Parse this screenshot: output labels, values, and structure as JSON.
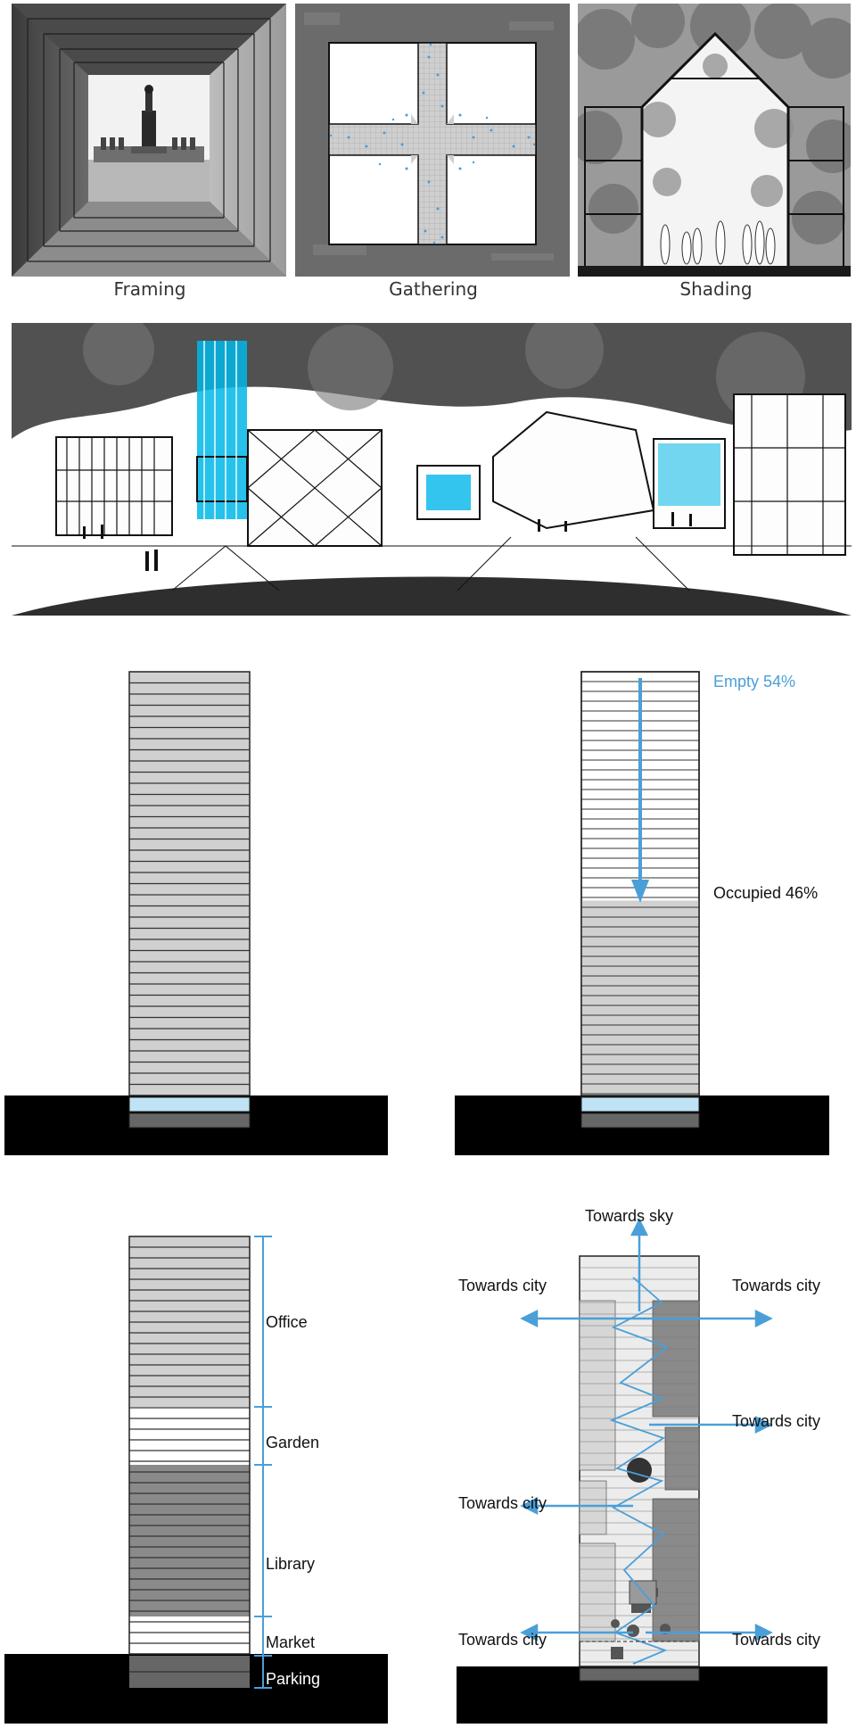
{
  "top_panels": {
    "framing_caption": "Framing",
    "gathering_caption": "Gathering",
    "shading_caption": "Shading"
  },
  "tower_occupancy": {
    "empty_label": "Empty 54%",
    "occupied_label": "Occupied 46%",
    "empty_fraction": 0.54,
    "occupied_fraction": 0.46
  },
  "tower_program": {
    "zones": [
      {
        "label": "Office"
      },
      {
        "label": "Garden"
      },
      {
        "label": "Library"
      },
      {
        "label": "Market"
      },
      {
        "label": "Parking"
      }
    ]
  },
  "tower_views": {
    "sky_label": "Towards sky",
    "city_label": "Towards city"
  },
  "colors": {
    "accent_blue": "#4a9fd8",
    "floor_grey": "#cfcfcf",
    "library_grey": "#8a8a8a",
    "ground_black": "#000000",
    "basement_blue": "#bfe3f5"
  }
}
